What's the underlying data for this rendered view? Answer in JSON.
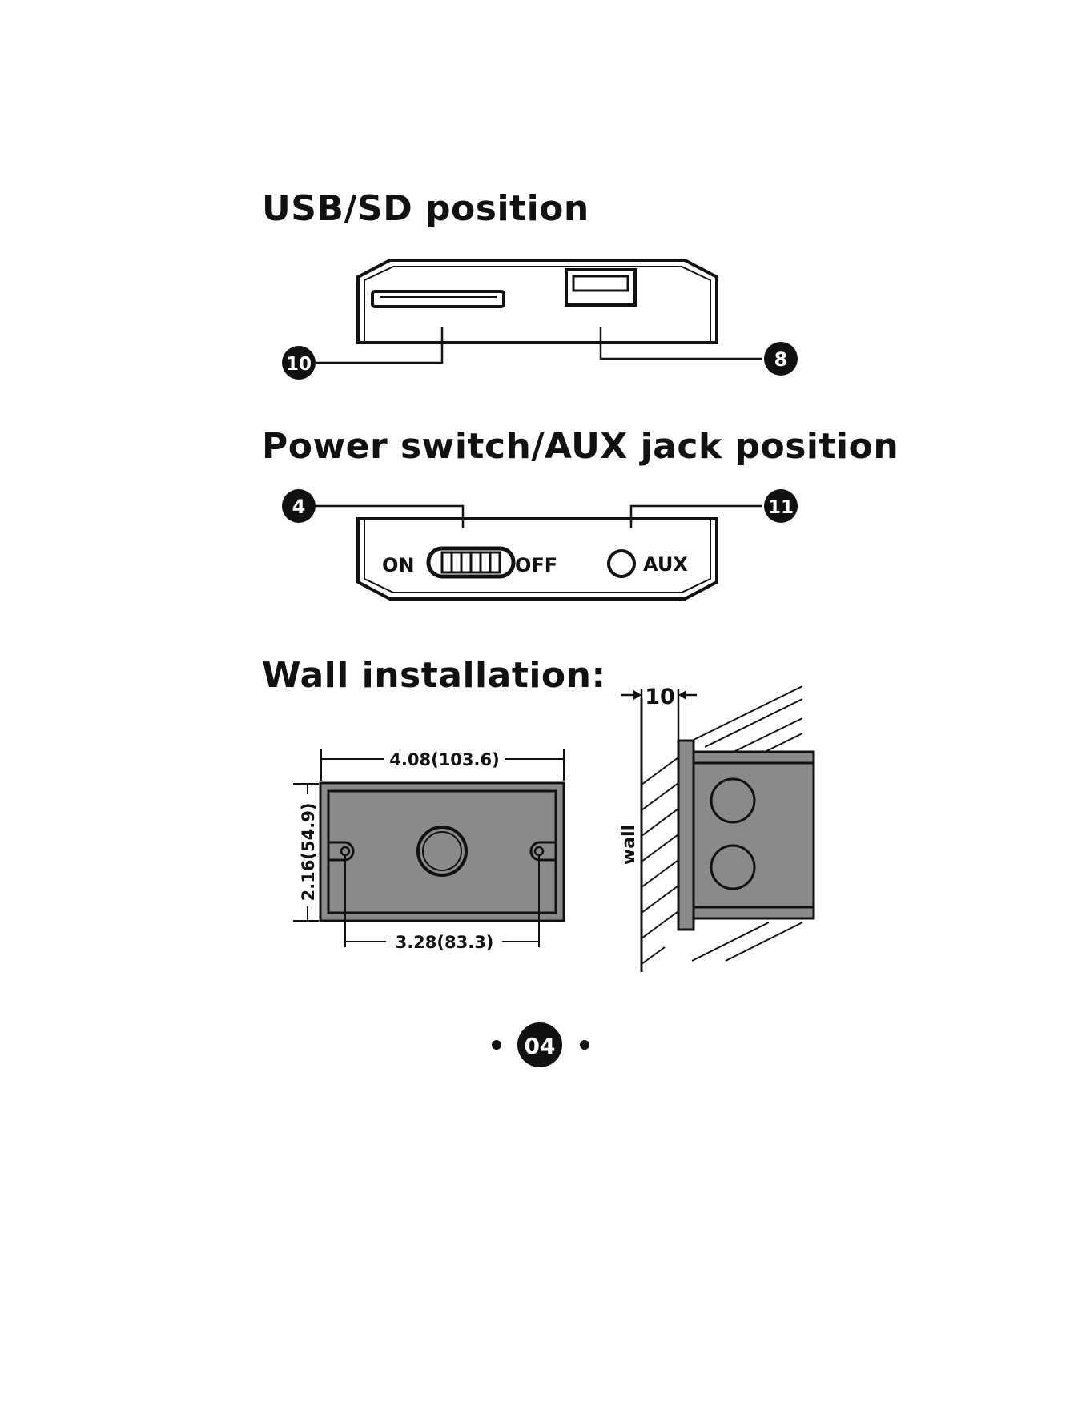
{
  "sections": {
    "usb_sd": {
      "title": "USB/SD position",
      "callout_left": "10",
      "callout_right": "8"
    },
    "power_aux": {
      "title": "Power switch/AUX jack position",
      "callout_left": "4",
      "callout_right": "11",
      "on_label": "ON",
      "off_label": "OFF",
      "aux_label": "AUX"
    },
    "wall": {
      "title": "Wall installation:",
      "width_dim": "4.08(103.6)",
      "height_dim": "2.16(54.9)",
      "hole_dim": "3.28(83.3)",
      "depth_dim": "10",
      "wall_label": "wall"
    }
  },
  "footer": {
    "page_number": "04"
  },
  "colors": {
    "device_fill": "#8a8a8a",
    "ink": "#111111",
    "paper": "#ffffff"
  }
}
